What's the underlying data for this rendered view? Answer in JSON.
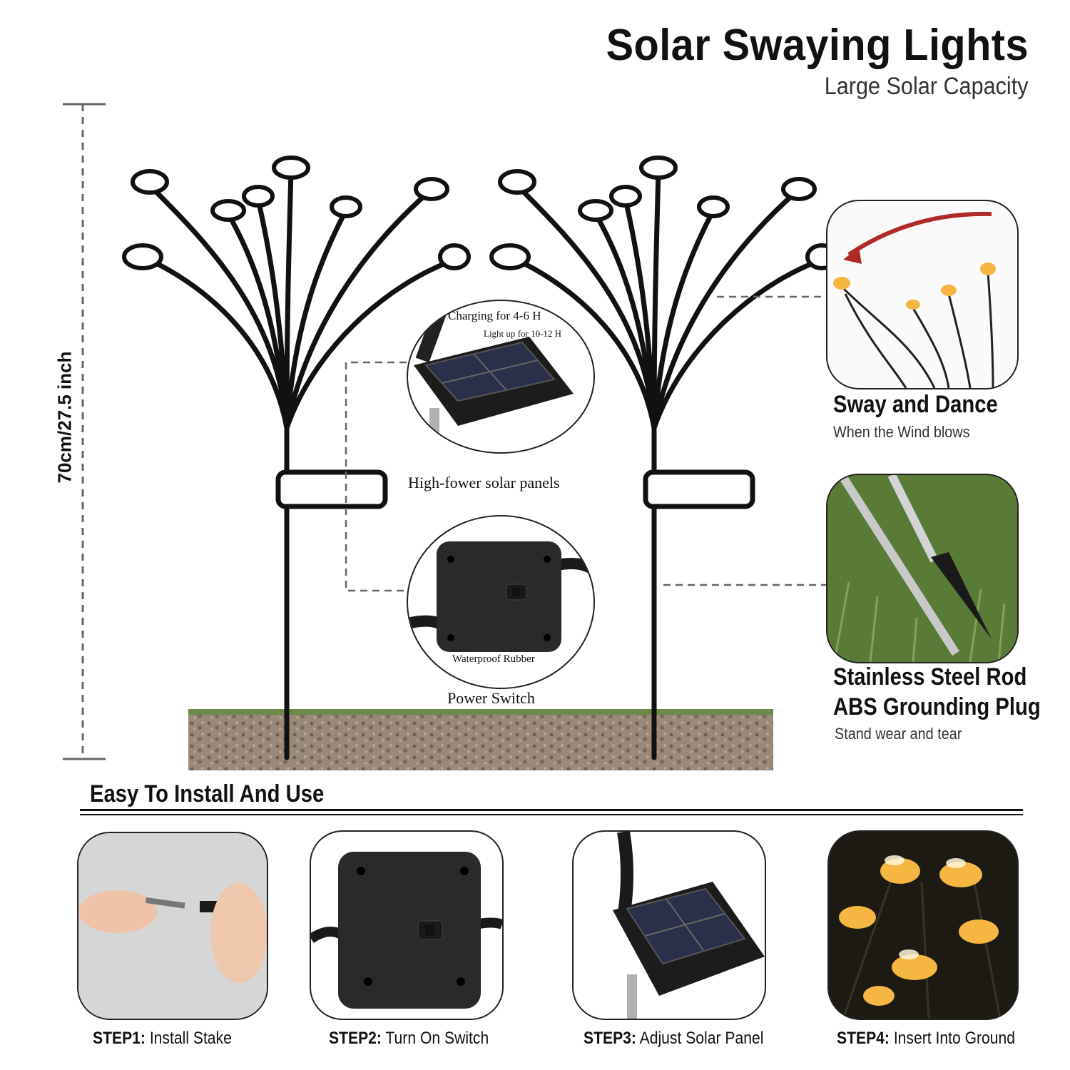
{
  "header": {
    "title": "Solar Swaying Lights",
    "subtitle": "Large Solar Capacity"
  },
  "dimension": {
    "height_label": "70cm/27.5 inch"
  },
  "callouts": {
    "charging": "Charging for 4-6 H",
    "light_up": "Light up for 10-12 H",
    "solar_panels": "High-fower solar panels",
    "waterproof": "Waterproof Rubber",
    "power_switch": "Power Switch"
  },
  "features": [
    {
      "title": "Sway and Dance",
      "subtitle": "When the Wind blows"
    },
    {
      "title": "Stainless Steel Rod",
      "title2": "ABS Grounding Plug",
      "subtitle": "Stand wear and tear"
    }
  ],
  "install": {
    "section_title": "Easy To Install And Use",
    "steps": [
      {
        "num": "STEP1:",
        "text": " Install Stake"
      },
      {
        "num": "STEP2:",
        "text": " Turn On Switch"
      },
      {
        "num": "STEP3:",
        "text": " Adjust Solar Panel"
      },
      {
        "num": "STEP4:",
        "text": " Insert Into Ground"
      }
    ]
  },
  "colors": {
    "ink": "#111111",
    "soil": "#8a7868",
    "grass": "#6c8a4a",
    "bee_glow": "#f5b642",
    "panel": "#23263a"
  }
}
